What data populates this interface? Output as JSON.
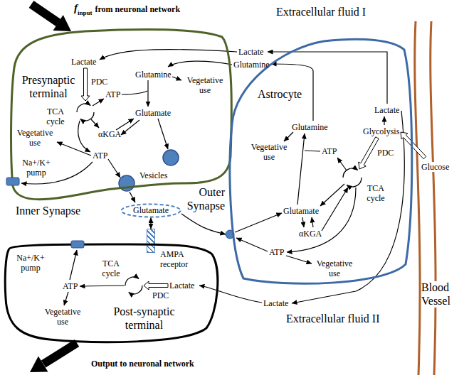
{
  "diagram": {
    "nodes": [
      {
        "text": [
          "Presynaptic terminal"
        ]
      },
      {
        "text": [
          "Na+/K+ pump"
        ]
      },
      {
        "text": [
          "Glutamate"
        ]
      },
      {
        "text": [
          "Outer Synapse"
        ]
      },
      {
        "text": [
          "AMPA receptor"
        ]
      },
      {
        "text": [
          "Post-synaptic terminal"
        ]
      },
      {
        "text": [
          "Na+/K+ pump"
        ]
      },
      {
        "text": [
          "Astrocyte"
        ]
      }
    ],
    "edges": [
      {
        "from": 2,
        "to": 3,
        "arrow": "to"
      },
      {
        "from": 2,
        "to": 4,
        "arrow": "both"
      }
    ],
    "labels": [
      "f",
      "input",
      "from neuronal network",
      "Extracellular fluid I",
      "Lactate",
      "Glutamine",
      "Lactate",
      "PDC",
      "Glutamine",
      "Vegetative use",
      "ATP",
      "TCA cycle",
      "Glutamate",
      "αKGA",
      "Vegetative use",
      "ATP",
      "Vesicles",
      "Inner Synapse",
      "ATP",
      "TCA cycle",
      "Lactate",
      "PDC",
      "Vegetative use",
      "Output to neuronal network",
      "Lactate",
      "Glycolysis",
      "PDC",
      "Glucose",
      "Glutamine",
      "Vegetative use",
      "ATP",
      "TCA cycle",
      "Glutamate",
      "αKGA",
      "ATP",
      "Vegetative use",
      "Lactate",
      "Extracellular fluid II",
      "Blood Vessel"
    ]
  }
}
